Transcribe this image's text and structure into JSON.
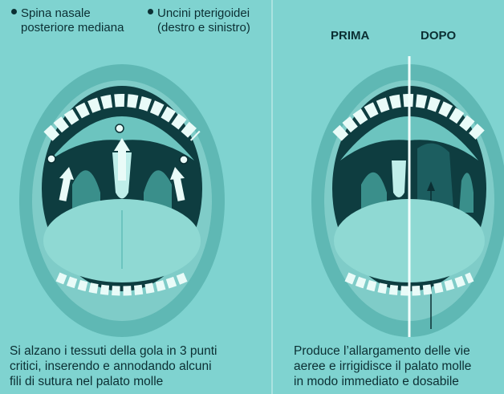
{
  "legend": {
    "item1_line1": "Spina nasale",
    "item1_line2": "posteriore mediana",
    "item2_line1": "Uncini pterigoidei",
    "item2_line2": "(destro e sinistro)"
  },
  "labels": {
    "before": "PRIMA",
    "after": "DOPO"
  },
  "captions": {
    "left_1": "Si alzano i tessuti della gola in 3 punti",
    "left_2": "critici, inserendo e annodando alcuni",
    "left_3": "fili di sutura nel palato molle",
    "right_1": "Produce l’allargamento delle vie",
    "right_2": "aeree e irrigidisce il palato molle",
    "right_3": "in modo immediato e dosabile"
  },
  "colors": {
    "background": "#7fd3d0",
    "lips": "#5fb8b4",
    "mouth_cavity": "#0e3d40",
    "teeth": "#e9fbf8",
    "tongue": "#8fd9d3",
    "text": "#0b2f33"
  }
}
